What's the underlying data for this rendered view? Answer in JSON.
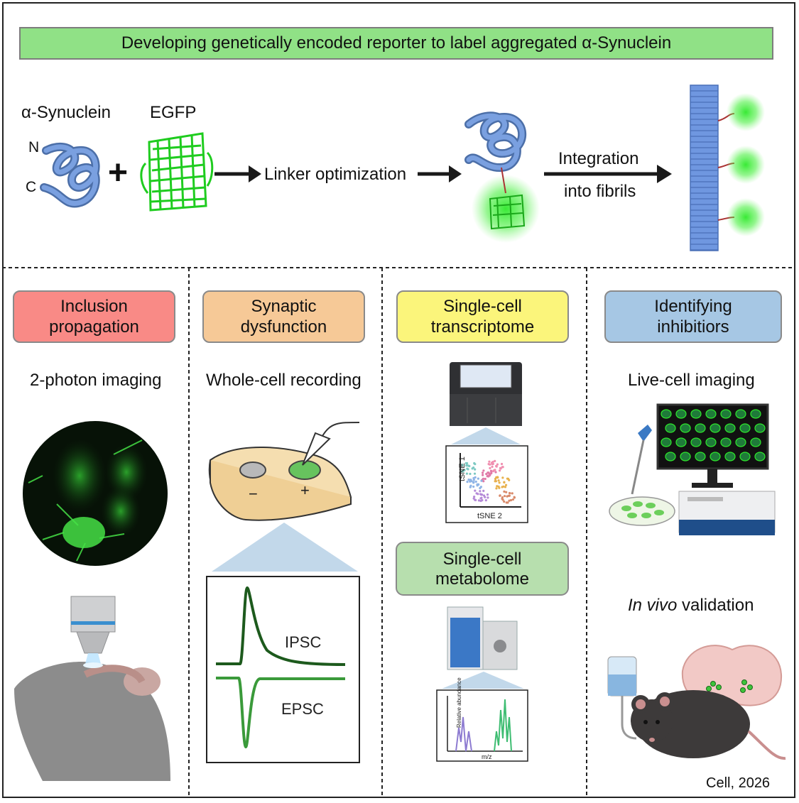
{
  "header": {
    "title": "Developing genetically encoded reporter to label aggregated α-Synuclein"
  },
  "top": {
    "synuclein_label": "α-Synuclein",
    "egfp_label": "EGFP",
    "n_label": "N",
    "c_label": "C",
    "plus": "+",
    "linker_label": "Linker optimization",
    "integration_line1": "Integration",
    "integration_line2": "into fibrils"
  },
  "panels": [
    {
      "line1": "Inclusion",
      "line2": "propagation",
      "method": "2-photon imaging",
      "color": "#f98a86"
    },
    {
      "line1": "Synaptic",
      "line2": "dysfunction",
      "method": "Whole-cell recording",
      "color": "#f6c997"
    },
    {
      "line1": "Single-cell",
      "line2": "transcriptome",
      "method": "",
      "color": "#fbf57b"
    },
    {
      "line1": "Identifying",
      "line2": "inhibitiors",
      "method": "Live-cell imaging",
      "color": "#a6c7e4"
    }
  ],
  "panel2": {
    "minus": "−",
    "plus": "+",
    "ipsc": "IPSC",
    "epsc": "EPSC"
  },
  "panel3": {
    "tsne_y": "tSNE 1",
    "tsne_x": "tSNE 2",
    "metabolome_line1": "Single-cell",
    "metabolome_line2": "metabolome",
    "metabolome_color": "#b7dfae",
    "ms_y": "Relative abundance",
    "ms_x": "m/z"
  },
  "panel4": {
    "invivo_italic": "In vivo",
    "invivo_rest": " validation"
  },
  "footer": {
    "citation": "Cell, 2026"
  },
  "colors": {
    "green": "#2ee82b",
    "protein_blue": "#6f95d6",
    "fibril_blue": "#6f97e0",
    "trace_dark": "#1d5a1d",
    "trace_light": "#3a9a3a",
    "mouse": "#3d3a3a"
  }
}
